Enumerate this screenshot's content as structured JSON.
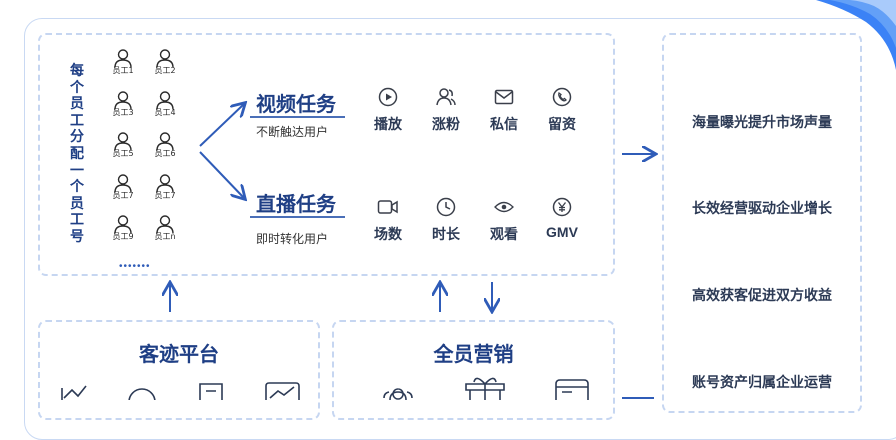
{
  "left_vertical_label": "每个员工分配一个员工号",
  "employees": [
    "员工1",
    "员工2",
    "员工3",
    "员工4",
    "员工5",
    "员工6",
    "员工7",
    "员工7",
    "员工9",
    "员工n"
  ],
  "employees_more": "•••••••",
  "tasks": [
    {
      "title": "视频任务",
      "subtitle": "不断触达用户",
      "metrics": [
        {
          "label": "播放",
          "icon": "play-icon"
        },
        {
          "label": "涨粉",
          "icon": "fans-icon"
        },
        {
          "label": "私信",
          "icon": "mail-icon"
        },
        {
          "label": "留资",
          "icon": "phone-icon"
        }
      ]
    },
    {
      "title": "直播任务",
      "subtitle": "即时转化用户",
      "metrics": [
        {
          "label": "场数",
          "icon": "camera-icon"
        },
        {
          "label": "时长",
          "icon": "clock-icon"
        },
        {
          "label": "观看",
          "icon": "eye-icon"
        },
        {
          "label": "GMV",
          "icon": "yen-icon"
        }
      ]
    }
  ],
  "benefits": [
    "海量曝光提升市场声量",
    "长效经营驱动企业增长",
    "高效获客促进双方收益",
    "账号资产归属企业运营"
  ],
  "bottom": {
    "left_title": "客迹平台",
    "mid_title": "全员营销"
  },
  "colors": {
    "accent": "#2f5cb8",
    "dash": "#c6d6f1",
    "title": "#1f3f85",
    "corner": "#3b82f6"
  }
}
